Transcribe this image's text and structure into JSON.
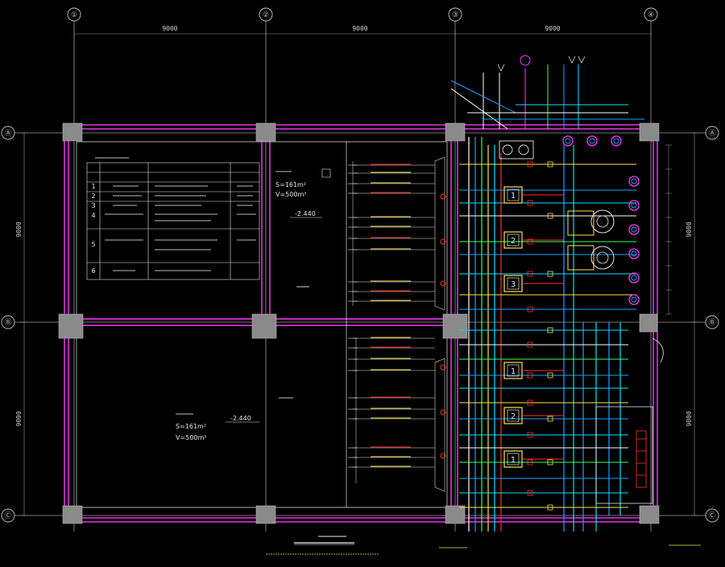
{
  "drawing": {
    "title": "",
    "grid_labels": {
      "columns": [
        "①",
        "②",
        "③",
        "④"
      ],
      "rows": [
        "Ⓐ",
        "Ⓑ",
        "Ⓒ"
      ]
    },
    "dimensions": {
      "top": [
        "9000",
        "9000",
        "9000"
      ],
      "left": [
        "9000",
        "9000"
      ],
      "right": [
        "9000",
        "9000"
      ]
    },
    "colors": {
      "magenta": "#ff37ff",
      "white": "#e6e6e6",
      "blue": "#1ea0ff",
      "cyan": "#00e5ff",
      "red": "#ff2d2d",
      "yellow": "#ffe34d",
      "green": "#37ff62",
      "grey": "#8a8a8a"
    },
    "table": {
      "rows": [
        "1",
        "2",
        "3",
        "4",
        "5",
        "6"
      ]
    },
    "pool_left_top": {
      "label": "",
      "area": "S=161m²",
      "volume": "V=500m³",
      "level": "-2.440"
    },
    "pool_left_bottom": {
      "label": "",
      "area": "S=161m²",
      "volume": "V=500m³",
      "level": "-2.440"
    },
    "pump_labels": [
      "1",
      "2",
      "3",
      "1",
      "2",
      "1"
    ]
  }
}
